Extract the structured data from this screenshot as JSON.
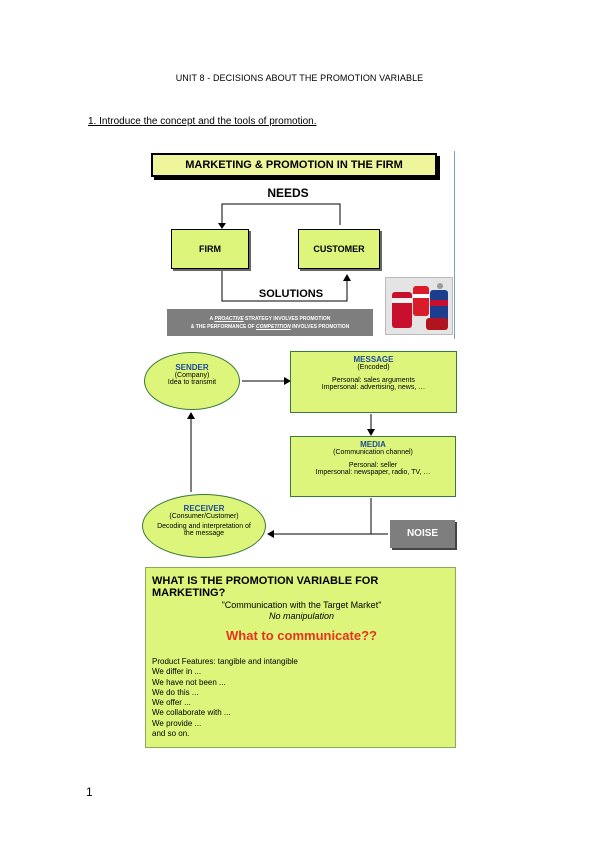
{
  "document": {
    "title": "UNIT 8 - DECISIONS ABOUT THE PROMOTION VARIABLE",
    "section_heading": "1. Introduce the concept and the tools of promotion.",
    "page_number": "1"
  },
  "figure1": {
    "title": "MARKETING & PROMOTION IN THE FIRM",
    "needs": "NEEDS",
    "firm": "FIRM",
    "customer": "CUSTOMER",
    "solutions": "SOLUTIONS",
    "banner_line1_pre": "A ",
    "banner_line1_em": "PROACTIVE",
    "banner_line1_post": " STRATEGY INVOLVES PROMOTION",
    "banner_line2_pre": "& THE PERFORMANCE OF ",
    "banner_line2_em": "COMPETITION",
    "banner_line2_post": " INVOLVES PROMOTION"
  },
  "figure2": {
    "sender": {
      "title": "SENDER",
      "sub": "(Company)",
      "text": "Idea to transmit"
    },
    "message": {
      "title": "MESSAGE",
      "sub": "(Encoded)",
      "line1": "Personal: sales arguments",
      "line2": "Impersonal: advertising, news, …"
    },
    "media": {
      "title": "MEDIA",
      "sub": "(Communication channel)",
      "line1": "Personal: seller",
      "line2": "Impersonal: newspaper, radio, TV, …"
    },
    "receiver": {
      "title": "RECEIVER",
      "sub": "(Consumer/Customer)",
      "line1": "Decoding and interpretation of",
      "line2": "the message"
    },
    "noise": "NOISE"
  },
  "figure3": {
    "title": "WHAT IS THE PROMOTION VARIABLE FOR MARKETING?",
    "quote": "\"Communication with the Target Market\"",
    "no_manipulation": "No manipulation",
    "question": "What to communicate??",
    "items": [
      "Product Features: tangible and intangible",
      "We differ in ...",
      "We have not been ...",
      "We do this ...",
      "We offer ...",
      "We collaborate with ...",
      "We provide ...",
      "and so on."
    ]
  },
  "colors": {
    "box_green": "#ddf57a",
    "title_yellow": "#eef59a",
    "heading_blue": "#1f4b99",
    "question_red": "#e8321e",
    "noise_gray": "#7e7e7e"
  }
}
